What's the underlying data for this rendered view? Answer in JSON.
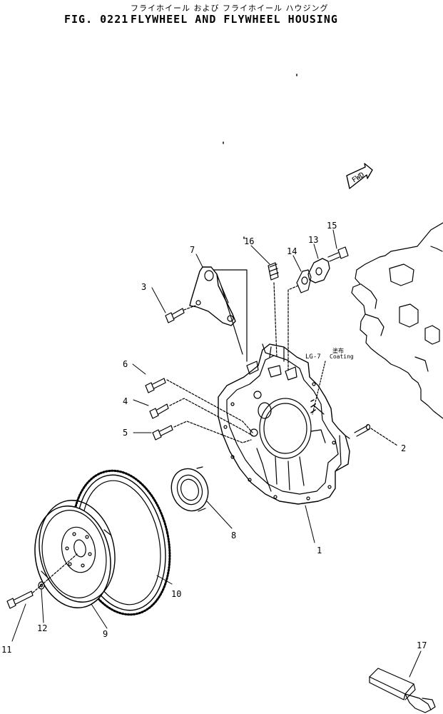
{
  "header": {
    "japanese_title": "フライホイール および フライホイール ハウジング",
    "fig_no": "FIG. 0221",
    "title": "FLYWHEEL AND FLYWHEEL HOUSING"
  },
  "annotations": {
    "fwd": "FWD",
    "sealant_jp": "塗布",
    "sealant_code": "LG-7",
    "sealant_en": "Coating"
  },
  "parts": [
    {
      "no": "1"
    },
    {
      "no": "2"
    },
    {
      "no": "3"
    },
    {
      "no": "4"
    },
    {
      "no": "5"
    },
    {
      "no": "6"
    },
    {
      "no": "7"
    },
    {
      "no": "8"
    },
    {
      "no": "9"
    },
    {
      "no": "10"
    },
    {
      "no": "11"
    },
    {
      "no": "12"
    },
    {
      "no": "13"
    },
    {
      "no": "14"
    },
    {
      "no": "15"
    },
    {
      "no": "16"
    },
    {
      "no": "17"
    }
  ],
  "colors": {
    "ink": "#000000",
    "paper": "#ffffff"
  }
}
